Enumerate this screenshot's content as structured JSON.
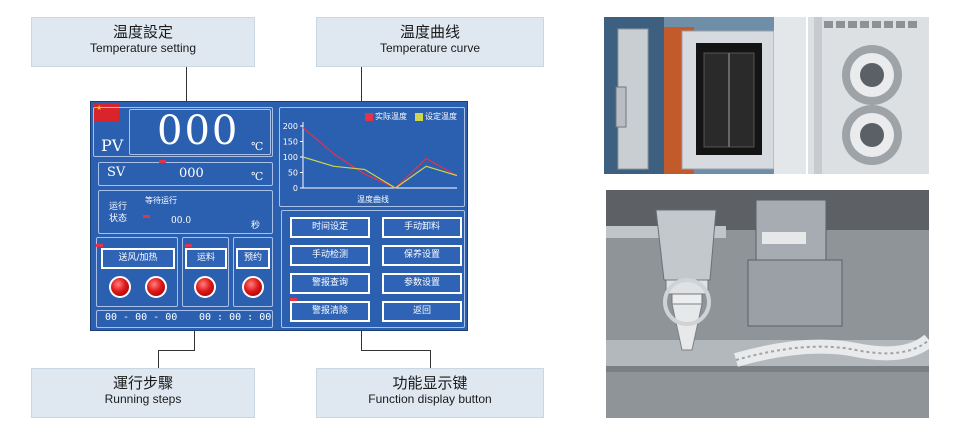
{
  "callouts": {
    "temperature_setting": {
      "cn": "温度設定",
      "en": "Temperature   setting"
    },
    "temperature_curve": {
      "cn": "温度曲线",
      "en": "Temperature   curve"
    },
    "running_steps": {
      "cn": "運行步驟",
      "en": "Running steps"
    },
    "function_keys": {
      "cn": "功能显示键",
      "en": "Function  display  button"
    }
  },
  "hmi": {
    "pv_label": "PV",
    "pv_value": "000",
    "pv_unit": "℃",
    "sv_label": "SV",
    "sv_value": "000",
    "sv_unit": "℃",
    "status_label_1": "运行",
    "status_label_2": "状态",
    "status_text": "等待运行",
    "timer_value": "00.0",
    "timer_unit": "秒",
    "step_buttons": [
      "送风/加热",
      "运料",
      "预约"
    ],
    "clock_date": "00 - 00 - 00",
    "clock_time": "00 : 00 : 00",
    "function_buttons": [
      "时间设定",
      "手动卸料",
      "手动检测",
      "保养设置",
      "警报查询",
      "参数设置",
      "警报清除",
      "返回"
    ],
    "chart_legend": [
      "实际温度",
      "设定温度"
    ],
    "chart_title": "温度曲线",
    "y_ticks": [
      "200",
      "150",
      "100",
      "50",
      "0"
    ],
    "colors": {
      "panel": "#2b5fb0",
      "actual": "#e3324a",
      "setpoint": "#cfd64a"
    }
  },
  "chart_data": {
    "type": "line",
    "title": "温度曲线",
    "ylim": [
      0,
      200
    ],
    "y_ticks": [
      0,
      50,
      100,
      150,
      200
    ],
    "legend": [
      "实际温度",
      "设定温度"
    ],
    "legend_position": "top-right",
    "series": [
      {
        "name": "实际温度",
        "color": "#e3324a",
        "x": [
          0,
          1,
          2,
          3,
          4,
          5
        ],
        "values": [
          195,
          110,
          45,
          0,
          95,
          40
        ]
      },
      {
        "name": "设定温度",
        "color": "#cfd64a",
        "x": [
          0,
          1,
          2,
          3,
          4,
          5
        ],
        "values": [
          100,
          70,
          60,
          0,
          70,
          40
        ]
      }
    ]
  },
  "photos": {
    "oven": "oven-chamber-photo",
    "panel": "control-panel-photo",
    "hopper": "discharge-hopper-photo"
  }
}
